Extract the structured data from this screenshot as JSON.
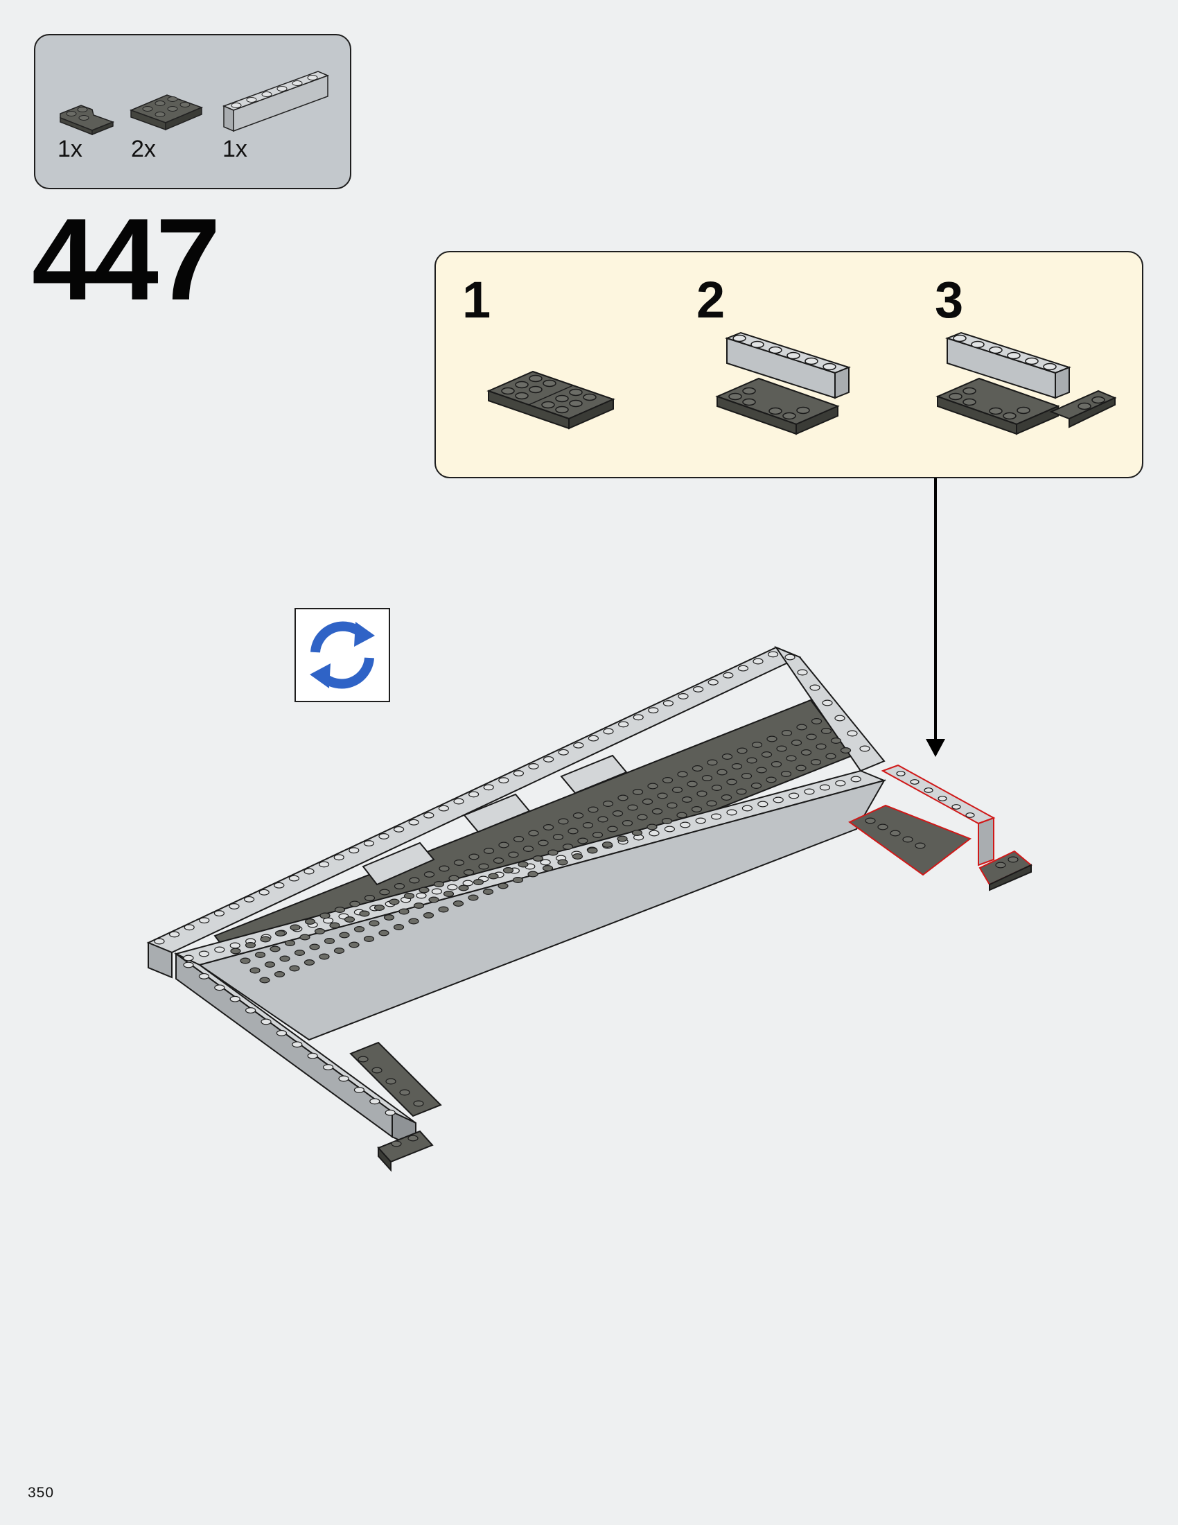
{
  "parts_list": {
    "items": [
      {
        "icon": "dark-gray-corner-plate-icon",
        "quantity": "1x"
      },
      {
        "icon": "dark-gray-2x3-plate-icon",
        "quantity": "2x"
      },
      {
        "icon": "light-gray-1x6-brick-icon",
        "quantity": "1x"
      }
    ]
  },
  "step": {
    "number": "447"
  },
  "substeps": [
    {
      "number": "1"
    },
    {
      "number": "2"
    },
    {
      "number": "3"
    }
  ],
  "rotate": {
    "icon": "rotate-model-icon"
  },
  "page": {
    "number": "350"
  },
  "colors": {
    "background": "#eef0f1",
    "parts_panel": "#c3c8cc",
    "substeps_panel": "#fdf6df",
    "dark_gray_brick": "#5d5e58",
    "light_gray_brick": "#bfc3c6",
    "rotate_icon": "#2f63c6",
    "highlight_outline": "#d01818"
  }
}
